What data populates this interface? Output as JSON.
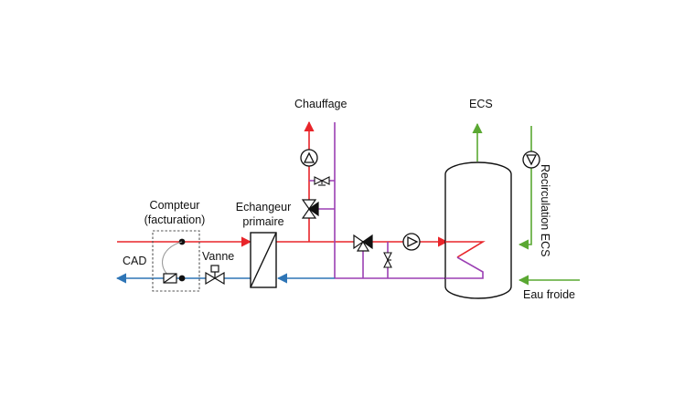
{
  "labels": {
    "chauffage": "Chauffage",
    "ecs": "ECS",
    "compteur_line1": "Compteur",
    "compteur_line2": "(facturation)",
    "echangeur_line1": "Echangeur",
    "echangeur_line2": "primaire",
    "cad": "CAD",
    "vanne": "Vanne",
    "recirculation": "Recirculation ECS",
    "eau_froide": "Eau froide"
  },
  "colors": {
    "supply": "#e8252a",
    "return": "#2e75b6",
    "cold_water": "#5aa832",
    "mixed": "#9b3fb3",
    "outline": "#111111",
    "meter_box": "#555555"
  }
}
